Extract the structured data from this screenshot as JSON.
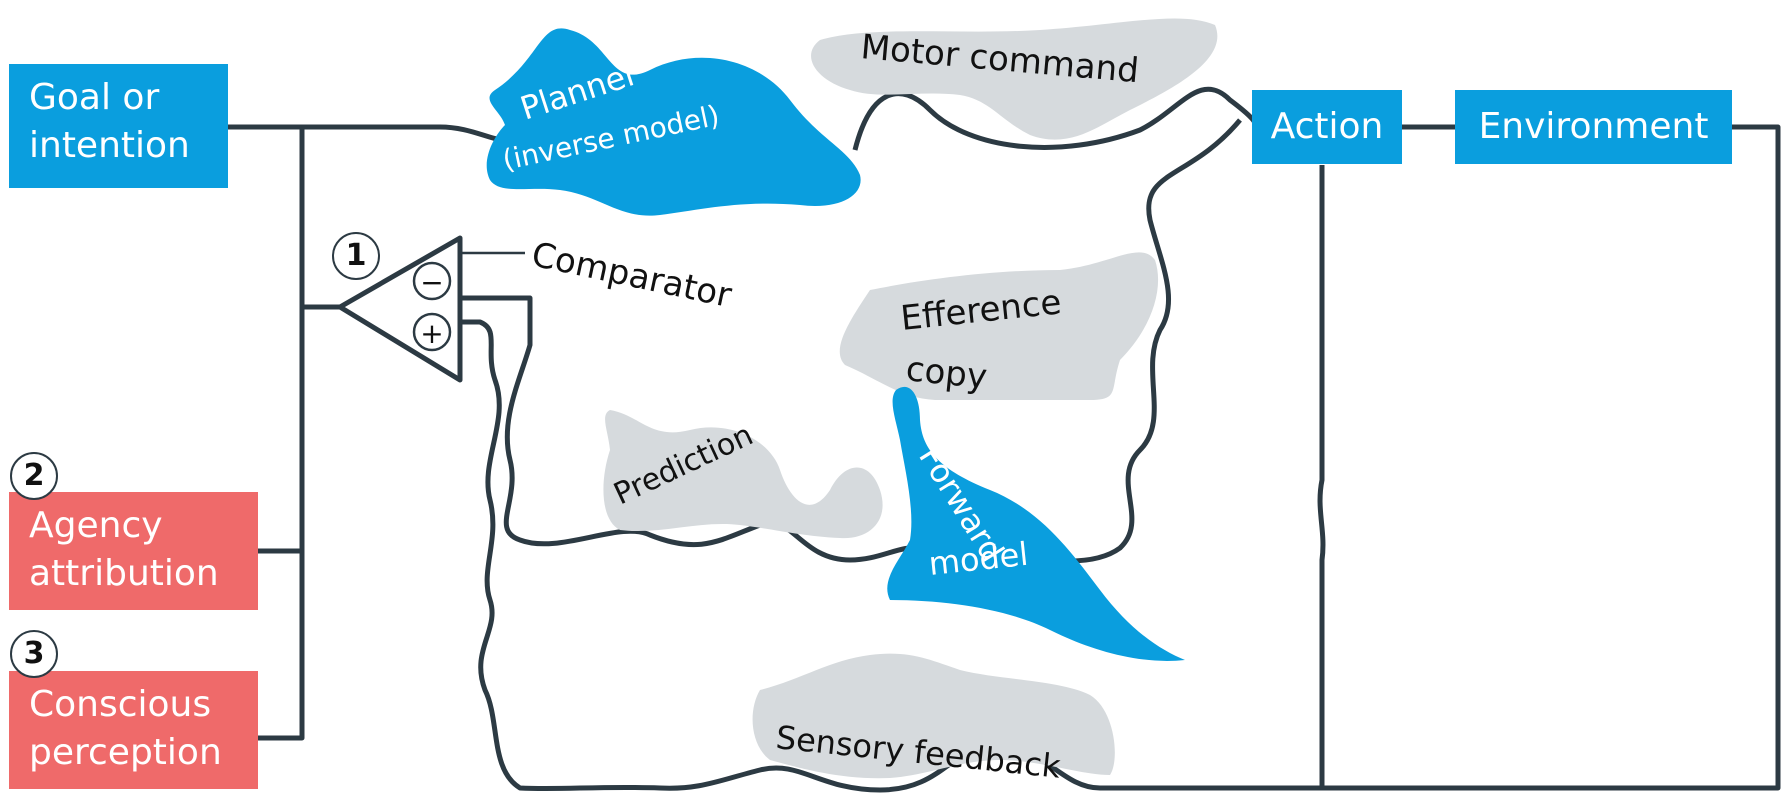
{
  "boxes": {
    "goal": "Goal or\nintention",
    "action": "Action",
    "environment": "Environment",
    "agency": "Agency\nattribution",
    "perception": "Conscious\nperception"
  },
  "numbers": {
    "n1": "1",
    "n2": "2",
    "n3": "3"
  },
  "comparator": {
    "label": "Comparator",
    "minus": "−",
    "plus": "+"
  },
  "labels": {
    "planner": "Planner",
    "inverse_model": "(inverse model)",
    "motor_command": "Motor command",
    "efference_copy_1": "Efference",
    "efference_copy_2": "copy",
    "prediction": "Prediction",
    "forward_model_1": "Forward",
    "forward_model_2": "model",
    "sensory_feedback": "Sensory feedback"
  },
  "colors": {
    "blue": "#0a9ede",
    "red": "#ef6a6a",
    "line": "#2c3a43",
    "gray_blob": "#d6dadd"
  }
}
